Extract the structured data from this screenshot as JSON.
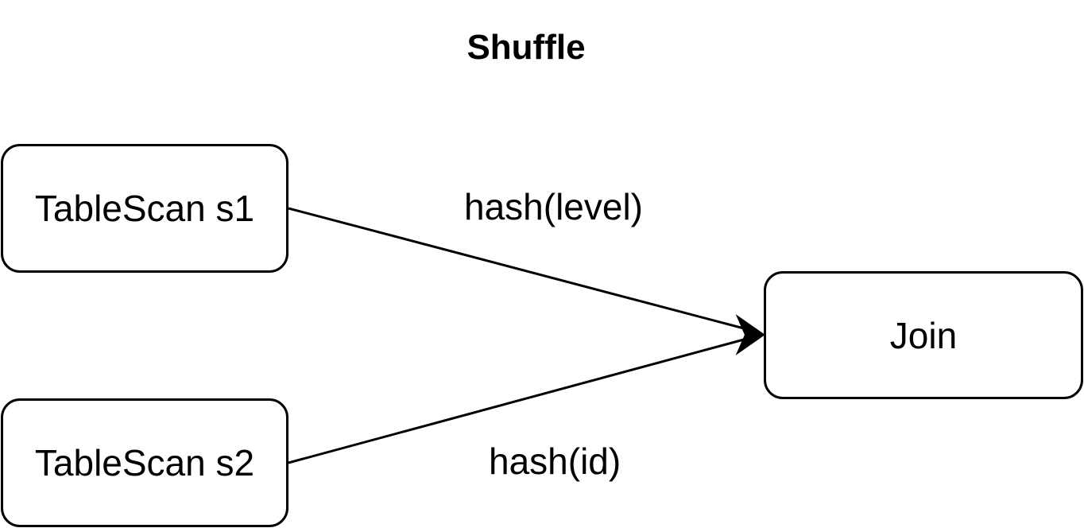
{
  "diagram": {
    "title": "Shuffle",
    "nodes": {
      "s1": "TableScan s1",
      "s2": "TableScan s2",
      "join": "Join"
    },
    "edges": [
      {
        "from": "TableScan s1",
        "to": "Join",
        "label": "hash(level)"
      },
      {
        "from": "TableScan s2",
        "to": "Join",
        "label": "hash(id)"
      }
    ],
    "colors": {
      "stroke": "#000000",
      "background": "#ffffff"
    }
  }
}
